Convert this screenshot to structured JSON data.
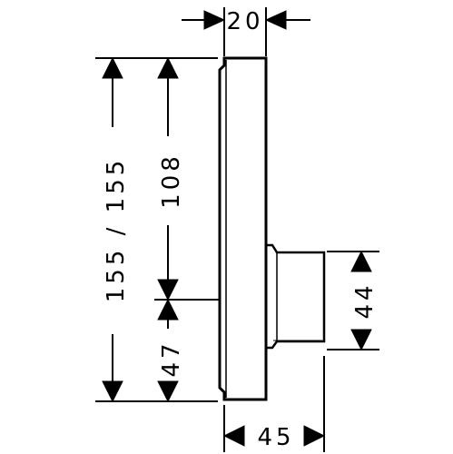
{
  "dimensions": {
    "plate_depth": "20",
    "total_height": "155 / 155",
    "upper_height": "108",
    "lower_height": "47",
    "body_height": "44",
    "total_depth": "45"
  }
}
